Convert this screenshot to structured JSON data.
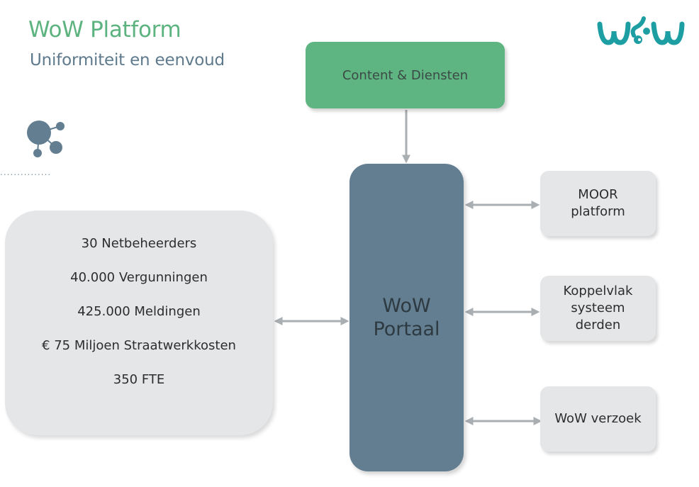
{
  "header": {
    "title": "WoW Platform",
    "subtitle": "Uniformiteit en eenvoud",
    "logo_icon": "wow-logo-icon",
    "molecule_icon": "molecule-icon",
    "dots": "..............."
  },
  "diagram": {
    "content_box": "Content & Diensten",
    "portal_box": "WoW\nPortaal",
    "stats": [
      "30 Netbeheerders",
      "40.000 Vergunningen",
      "425.000 Meldingen",
      "€ 75 Miljoen Straatwerkkosten",
      "350 FTE"
    ],
    "side_boxes": [
      "MOOR\nplatform",
      "Koppelvlak\nsysteem\nderden",
      "WoW verzoek"
    ]
  },
  "colors": {
    "title": "#5db37f",
    "subtitle": "#5e7a8c",
    "content_box": "#5fb581",
    "portal_box": "#627e90",
    "grey_box": "#e4e6e8",
    "arrow": "#a9aeb2",
    "logo": "#1c9ea3"
  }
}
